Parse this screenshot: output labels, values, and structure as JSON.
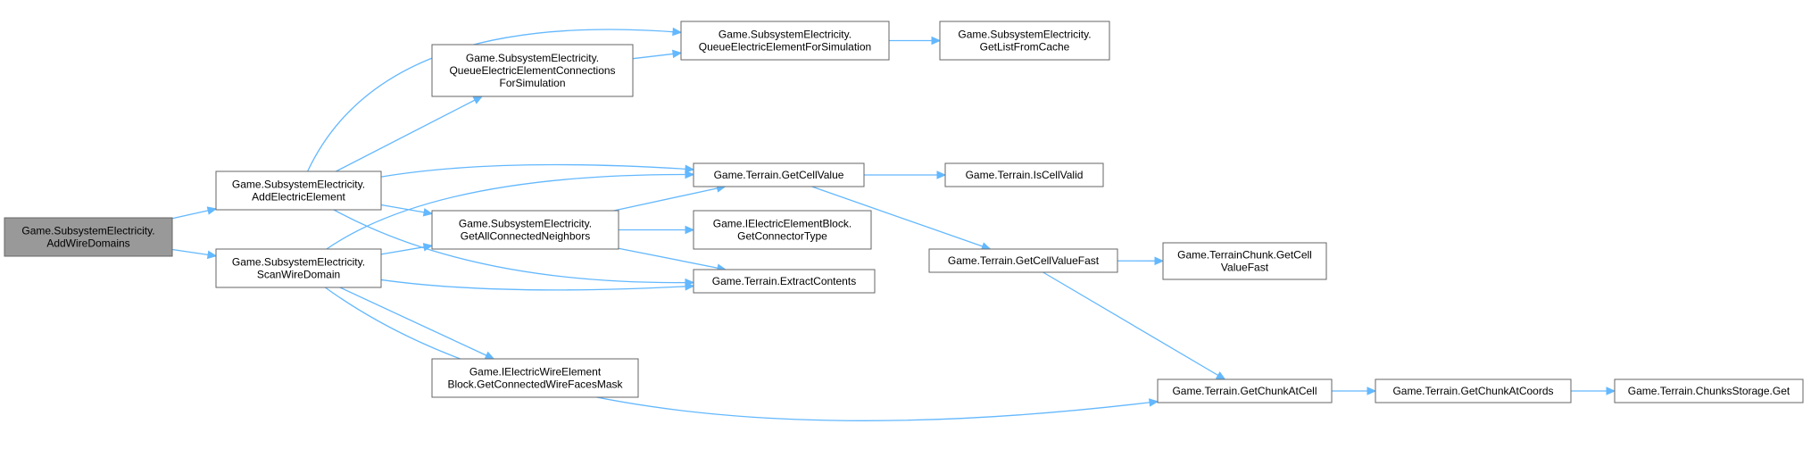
{
  "colors": {
    "edge": "#63b8ff",
    "node_border": "#666666",
    "node_fill": "#ffffff",
    "root_fill": "#999999"
  },
  "nodes": [
    {
      "id": "root",
      "root": true,
      "lines": [
        "Game.SubsystemElectricity.",
        "AddWireDomains"
      ]
    },
    {
      "id": "addElectricElement",
      "lines": [
        "Game.SubsystemElectricity.",
        "AddElectricElement"
      ]
    },
    {
      "id": "scanWireDomain",
      "lines": [
        "Game.SubsystemElectricity.",
        "ScanWireDomain"
      ]
    },
    {
      "id": "queueConnections",
      "lines": [
        "Game.SubsystemElectricity.",
        "QueueElectricElementConnections",
        "ForSimulation"
      ]
    },
    {
      "id": "queueElement",
      "lines": [
        "Game.SubsystemElectricity.",
        "QueueElectricElementForSimulation"
      ]
    },
    {
      "id": "getListFromCache",
      "lines": [
        "Game.SubsystemElectricity.",
        "GetListFromCache"
      ]
    },
    {
      "id": "getAllConnectedNeighbors",
      "lines": [
        "Game.SubsystemElectricity.",
        "GetAllConnectedNeighbors"
      ]
    },
    {
      "id": "getCellValue",
      "lines": [
        "Game.Terrain.GetCellValue"
      ]
    },
    {
      "id": "isCellValid",
      "lines": [
        "Game.Terrain.IsCellValid"
      ]
    },
    {
      "id": "getConnectorType",
      "lines": [
        "Game.IElectricElementBlock.",
        "GetConnectorType"
      ]
    },
    {
      "id": "extractContents",
      "lines": [
        "Game.Terrain.ExtractContents"
      ]
    },
    {
      "id": "getCellValueFast",
      "lines": [
        "Game.Terrain.GetCellValueFast"
      ]
    },
    {
      "id": "chunkGetCellValueFast",
      "lines": [
        "Game.TerrainChunk.GetCell",
        "ValueFast"
      ]
    },
    {
      "id": "getConnectedWireFacesMask",
      "lines": [
        "Game.IElectricWireElement",
        "Block.GetConnectedWireFacesMask"
      ]
    },
    {
      "id": "getChunkAtCell",
      "lines": [
        "Game.Terrain.GetChunkAtCell"
      ]
    },
    {
      "id": "getChunkAtCoords",
      "lines": [
        "Game.Terrain.GetChunkAtCoords"
      ]
    },
    {
      "id": "chunksStorageGet",
      "lines": [
        "Game.Terrain.ChunksStorage.Get"
      ]
    }
  ],
  "edges": [
    {
      "from": "root",
      "to": "addElectricElement"
    },
    {
      "from": "root",
      "to": "scanWireDomain"
    },
    {
      "from": "addElectricElement",
      "to": "queueElement"
    },
    {
      "from": "addElectricElement",
      "to": "queueConnections"
    },
    {
      "from": "addElectricElement",
      "to": "getCellValue"
    },
    {
      "from": "addElectricElement",
      "to": "getAllConnectedNeighbors"
    },
    {
      "from": "addElectricElement",
      "to": "extractContents"
    },
    {
      "from": "queueConnections",
      "to": "queueElement"
    },
    {
      "from": "queueElement",
      "to": "getListFromCache"
    },
    {
      "from": "scanWireDomain",
      "to": "getCellValue"
    },
    {
      "from": "scanWireDomain",
      "to": "getAllConnectedNeighbors"
    },
    {
      "from": "scanWireDomain",
      "to": "extractContents"
    },
    {
      "from": "scanWireDomain",
      "to": "getConnectedWireFacesMask"
    },
    {
      "from": "scanWireDomain",
      "to": "getChunkAtCell"
    },
    {
      "from": "getAllConnectedNeighbors",
      "to": "getCellValue"
    },
    {
      "from": "getAllConnectedNeighbors",
      "to": "getConnectorType"
    },
    {
      "from": "getAllConnectedNeighbors",
      "to": "extractContents"
    },
    {
      "from": "getCellValue",
      "to": "isCellValid"
    },
    {
      "from": "getCellValue",
      "to": "getCellValueFast"
    },
    {
      "from": "getCellValueFast",
      "to": "chunkGetCellValueFast"
    },
    {
      "from": "getCellValueFast",
      "to": "getChunkAtCell"
    },
    {
      "from": "getChunkAtCell",
      "to": "getChunkAtCoords"
    },
    {
      "from": "getChunkAtCoords",
      "to": "chunksStorageGet"
    }
  ]
}
